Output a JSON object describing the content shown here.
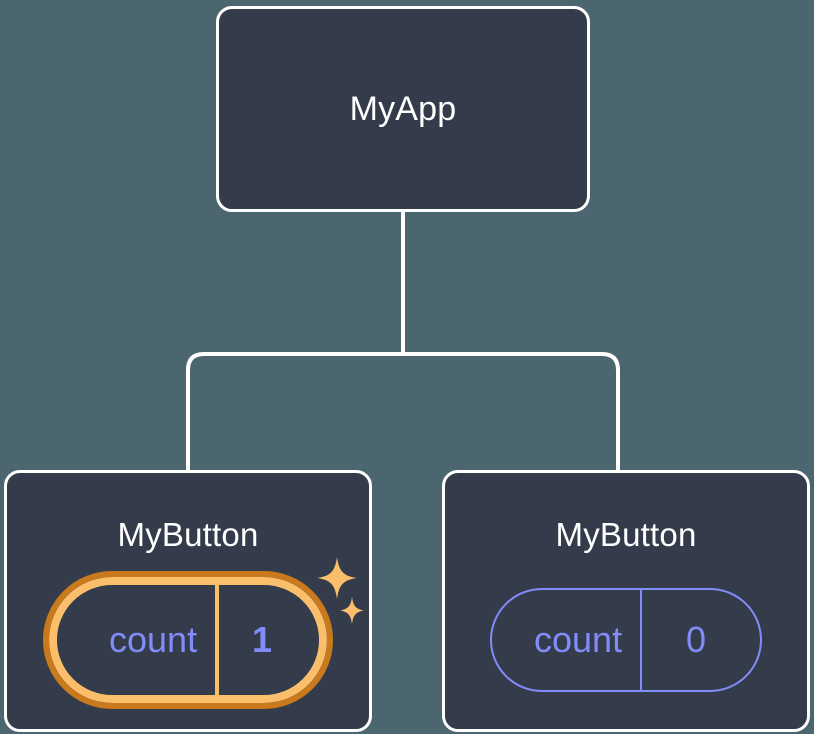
{
  "diagram": {
    "type": "component-tree",
    "background_color": "#4c6670",
    "node_background_color": "#343c4b",
    "node_border_color": "#ffffff",
    "connector_color": "#ffffff",
    "state_accent_color": "#818cf8",
    "highlight_outer_color": "#c87a1c",
    "highlight_inner_color": "#fbbf6b",
    "sparkle_color": "#fbbf6b"
  },
  "root": {
    "title": "MyApp"
  },
  "children": [
    {
      "title": "MyButton",
      "state": {
        "key": "count",
        "value": "1"
      },
      "highlighted": true,
      "sparkle_icon": "sparkles-icon"
    },
    {
      "title": "MyButton",
      "state": {
        "key": "count",
        "value": "0"
      },
      "highlighted": false
    }
  ]
}
